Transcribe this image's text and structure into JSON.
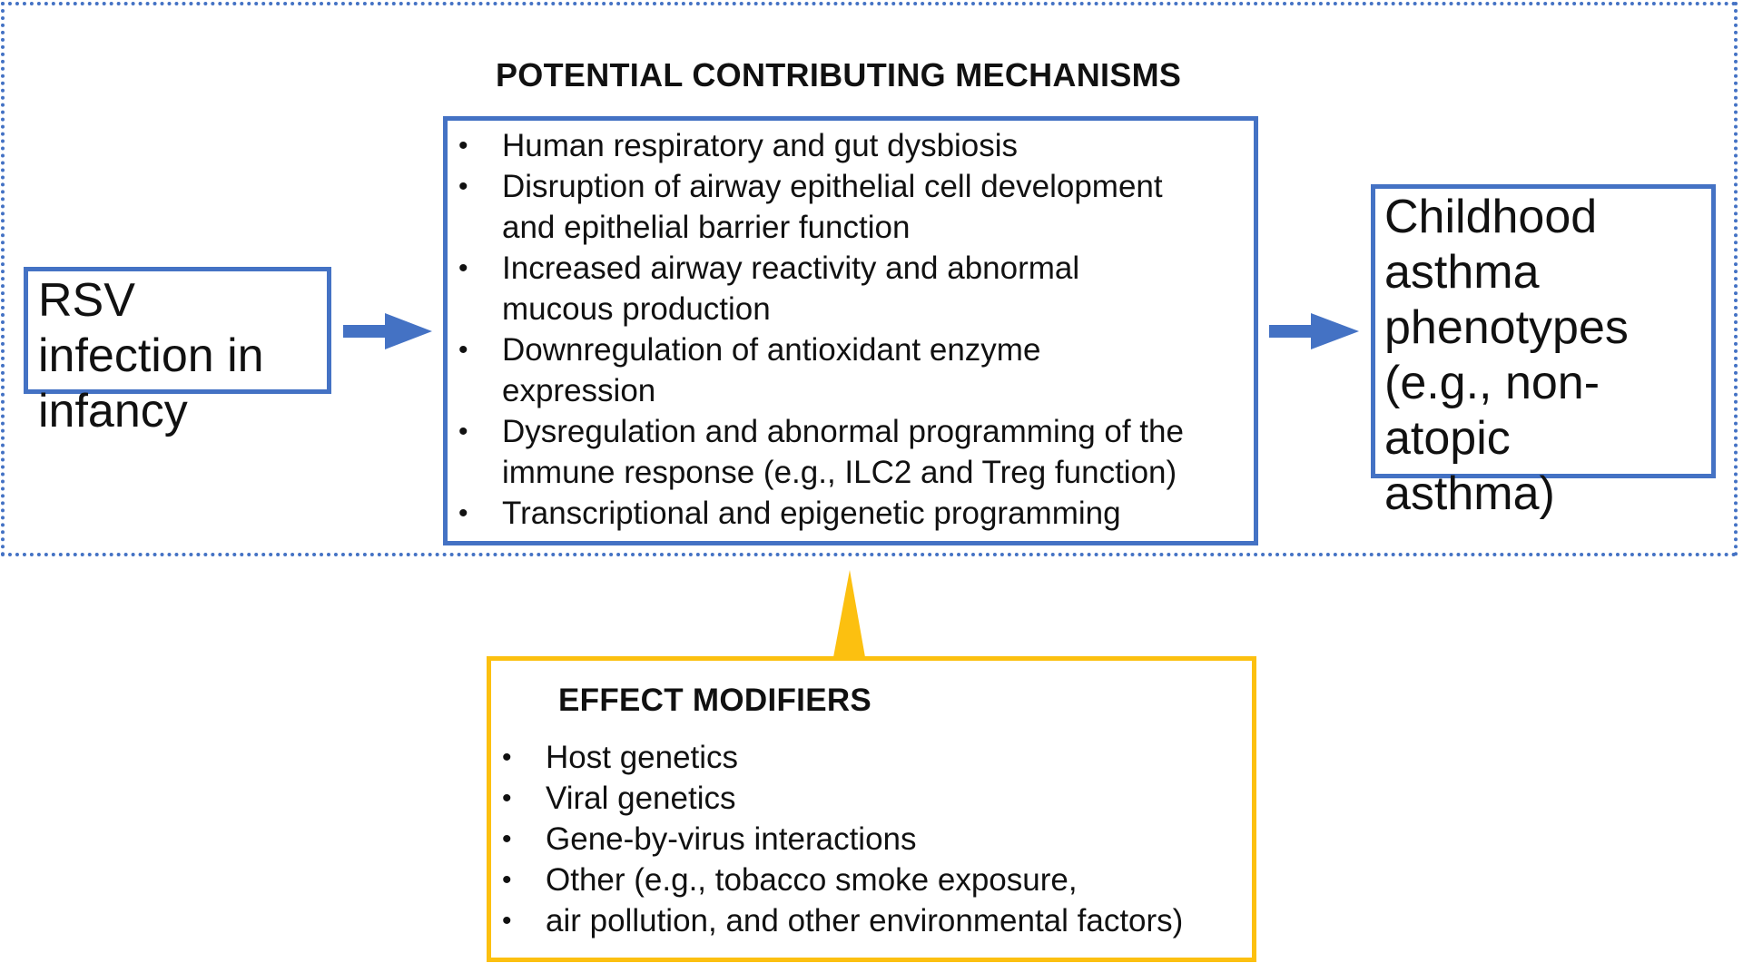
{
  "frame": {
    "heading": "POTENTIAL CONTRIBUTING MECHANISMS"
  },
  "left_box": {
    "lines": [
      "RSV",
      "infection in",
      "infancy"
    ]
  },
  "mechanisms": {
    "items": [
      [
        "Human respiratory and gut dysbiosis"
      ],
      [
        "Disruption of airway epithelial cell development",
        "and epithelial barrier function"
      ],
      [
        "Increased airway reactivity and abnormal",
        "mucous production"
      ],
      [
        "Downregulation of antioxidant enzyme",
        "expression"
      ],
      [
        "Dysregulation and abnormal programming of the",
        "immune response (e.g., ILC2 and Treg function)"
      ],
      [
        "Transcriptional and epigenetic programming"
      ]
    ]
  },
  "right_box": {
    "lines": [
      "Childhood",
      "asthma",
      "phenotypes",
      "(e.g., non-",
      "atopic",
      "asthma)"
    ]
  },
  "modifiers": {
    "heading": "EFFECT MODIFIERS",
    "items": [
      "Host genetics",
      "Viral genetics",
      "Gene-by-virus interactions",
      "Other (e.g., tobacco smoke exposure,",
      "air pollution, and other environmental factors)"
    ]
  },
  "bullet_glyph": "•",
  "colors": {
    "blue": "#4472c4",
    "yellow": "#fcc010"
  }
}
